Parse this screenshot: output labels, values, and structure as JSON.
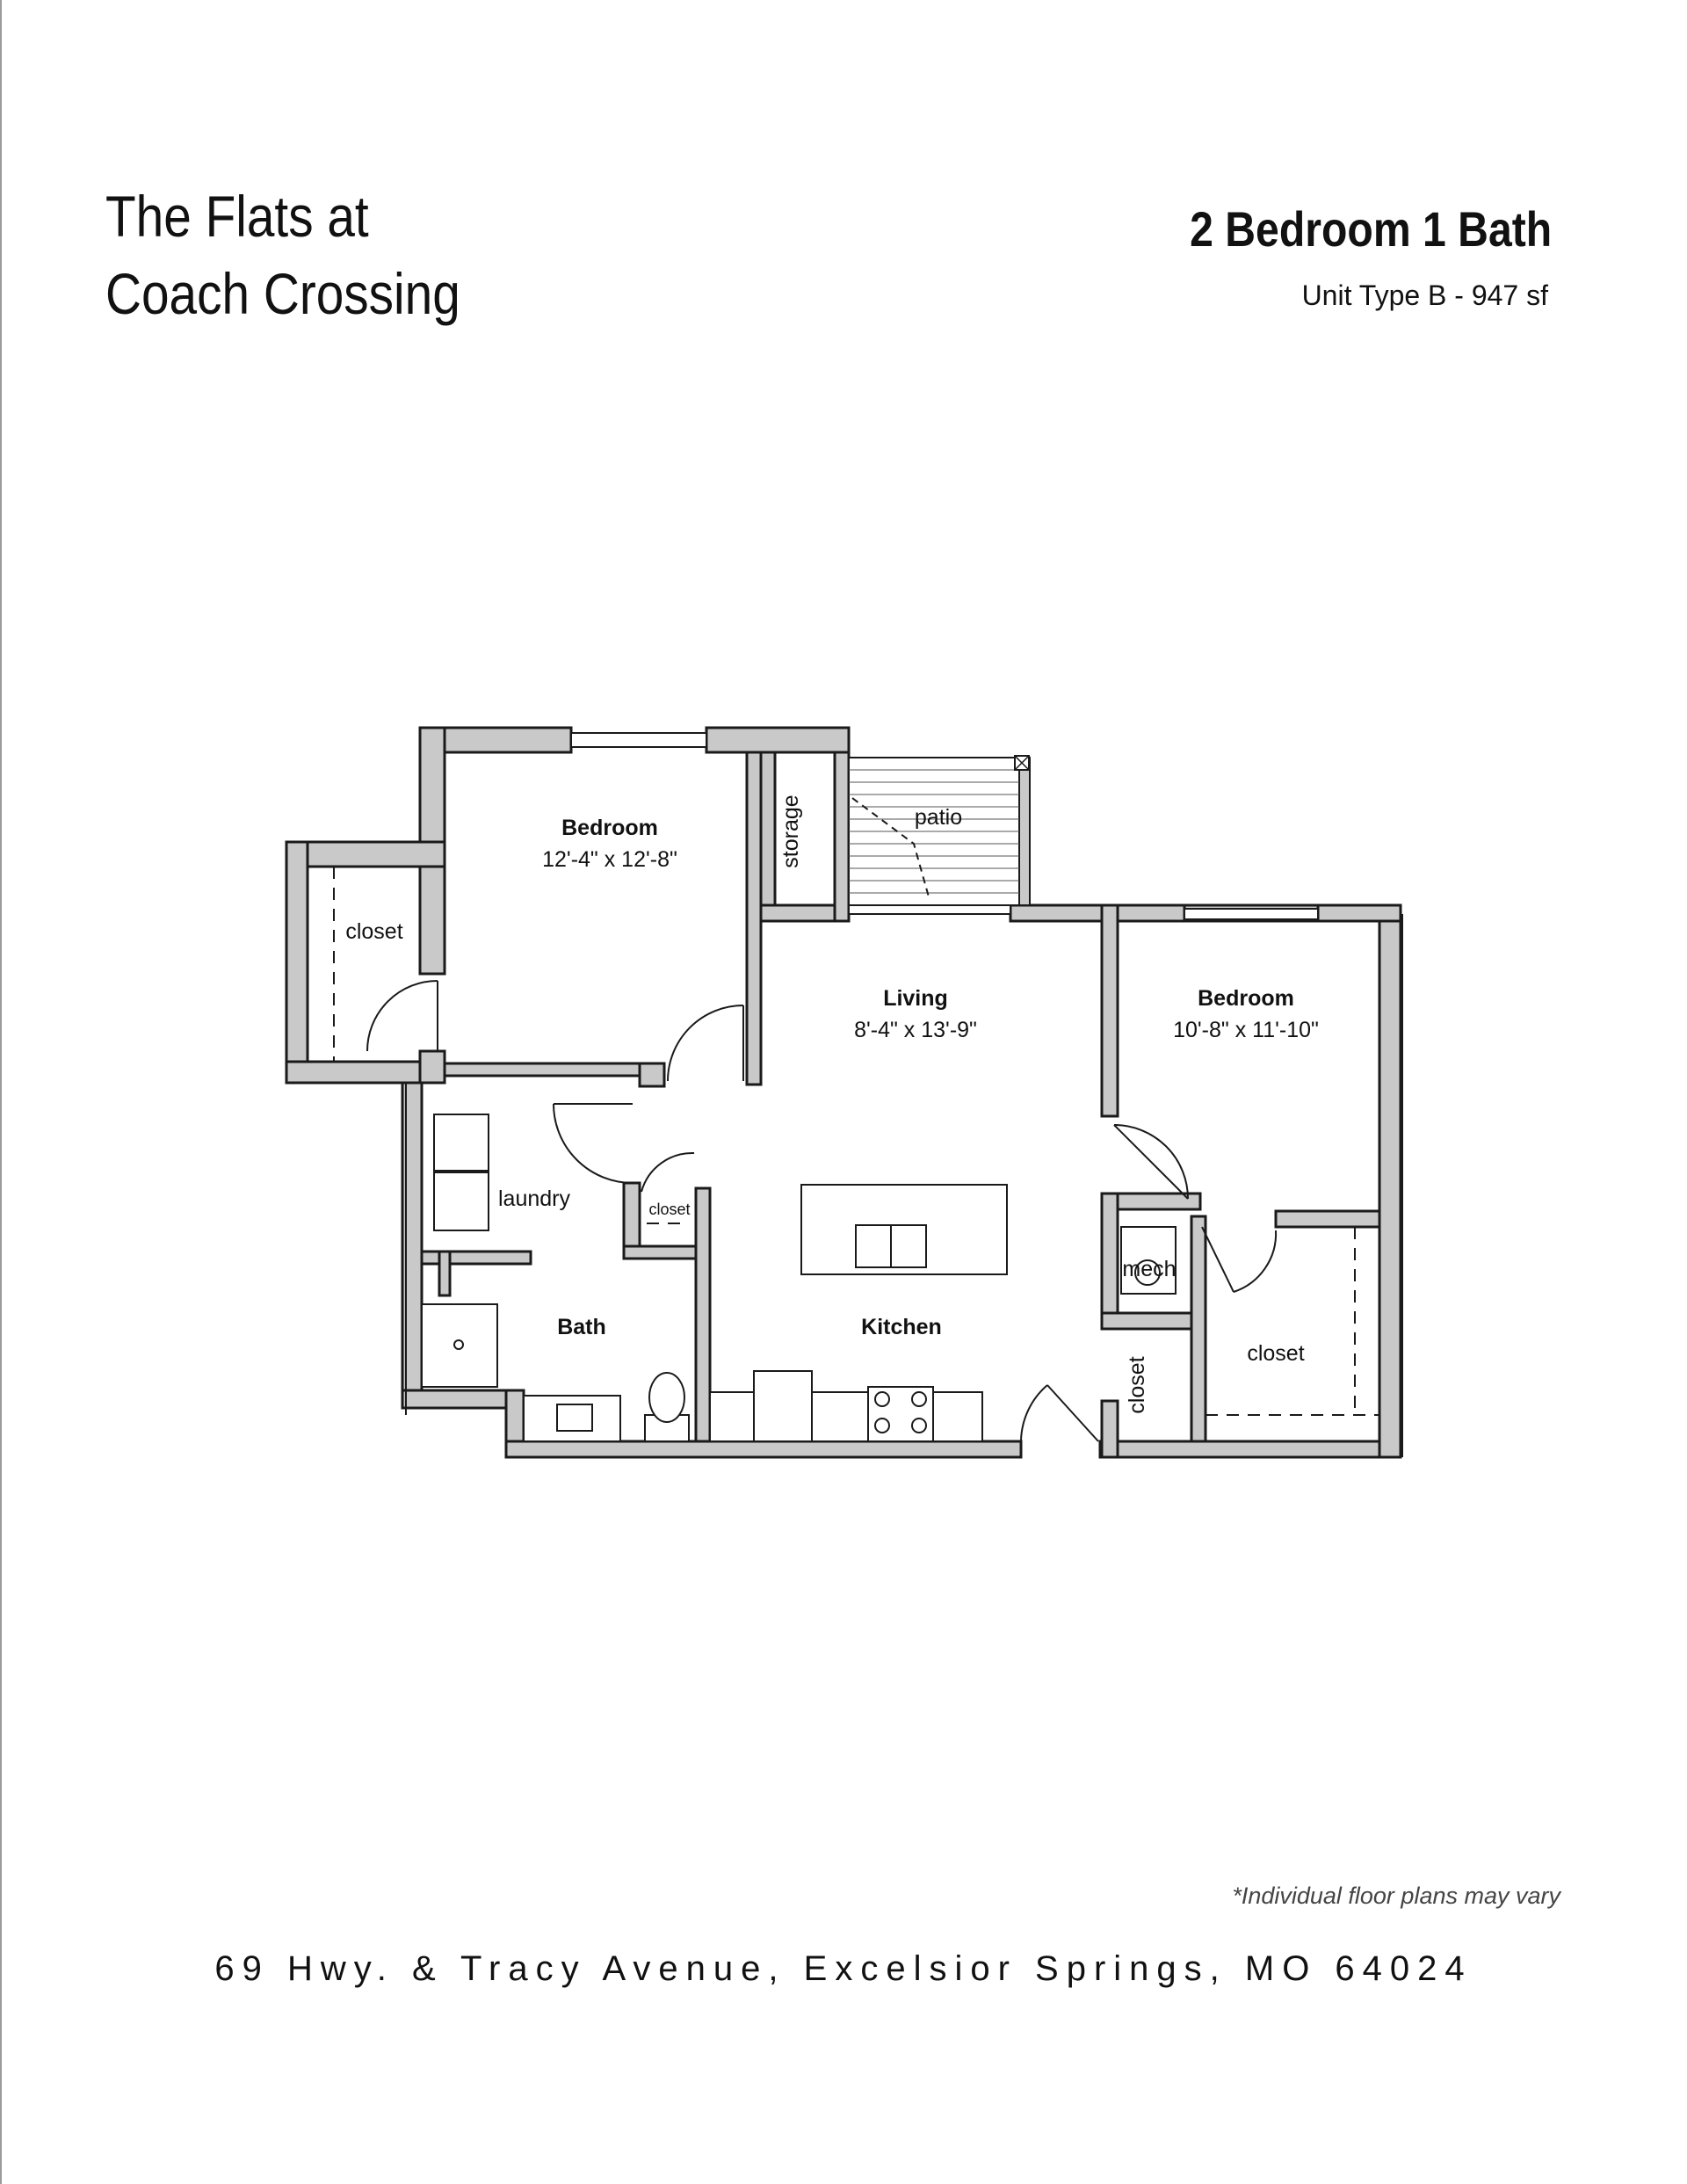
{
  "header": {
    "title_line1": "The Flats at",
    "title_line2": "Coach Crossing",
    "unit_name": "2 Bedroom 1 Bath",
    "unit_type": "Unit Type B - 947 sf"
  },
  "rooms": {
    "bedroom1": {
      "name": "Bedroom",
      "dims": "12'-4\" x 12'-8\""
    },
    "closet_left": "closet",
    "storage": "storage",
    "patio": "patio",
    "living": {
      "name": "Living",
      "dims": "8'-4\" x 13'-9\""
    },
    "bedroom2": {
      "name": "Bedroom",
      "dims": "10'-8\" x 11'-10\""
    },
    "laundry": "laundry",
    "closet_small": "closet",
    "bath": "Bath",
    "kitchen": "Kitchen",
    "mech": "mech",
    "closet_vertical": "closet",
    "closet_right": "closet"
  },
  "footer": {
    "disclaimer": "*Individual floor plans may vary",
    "address": "69 Hwy. & Tracy Avenue, Excelsior Springs, MO 64024"
  },
  "colors": {
    "wall_fill": "#c9c9c9",
    "wall_stroke": "#1a1a1a"
  }
}
